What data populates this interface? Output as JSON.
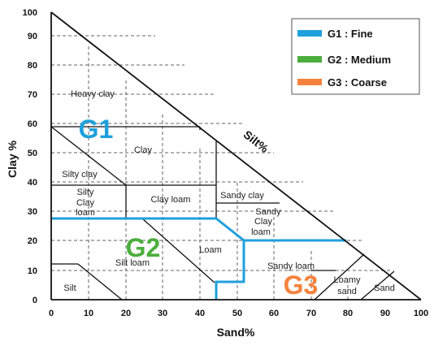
{
  "axes": {
    "y_title": "Clay %",
    "x_title": "Sand%",
    "hyp_title": "Silt%",
    "x_ticks": [
      "0",
      "10",
      "20",
      "30",
      "40",
      "50",
      "60",
      "70",
      "80",
      "90",
      "100"
    ],
    "y_ticks": [
      "0",
      "10",
      "20",
      "30",
      "40",
      "50",
      "60",
      "70",
      "80",
      "90",
      "100"
    ]
  },
  "zones": {
    "heavy_clay": "Heavy clay",
    "clay": "Clay",
    "silty_clay": "Silty clay",
    "silty_clay_loam_1": "Silty",
    "silty_clay_loam_2": "Clay",
    "silty_clay_loam_3": "loam",
    "clay_loam": "Clay loam",
    "sandy_clay": "Sandy clay",
    "sandy_clay_loam_1": "Sandy",
    "sandy_clay_loam_2": "Clay",
    "sandy_clay_loam_3": "loam",
    "loam": "Loam",
    "silt_loam": "Silt loam",
    "sandy_loam": "Sandy loam",
    "silt": "Silt",
    "loamy_sand_1": "Loamy",
    "loamy_sand_2": "sand",
    "sand": "Sand"
  },
  "groups": {
    "g1": "G1",
    "g2": "G2",
    "g3": "G3"
  },
  "legend": {
    "items": [
      {
        "label": "G1 : Fine",
        "color": "#1fa0dc"
      },
      {
        "label": "G2 : Medium",
        "color": "#4cae3c"
      },
      {
        "label": "G3 : Coarse",
        "color": "#f5823c"
      }
    ]
  },
  "colors": {
    "g1": "#1fa0dc",
    "g2": "#4cae3c",
    "g3": "#f5823c"
  }
}
